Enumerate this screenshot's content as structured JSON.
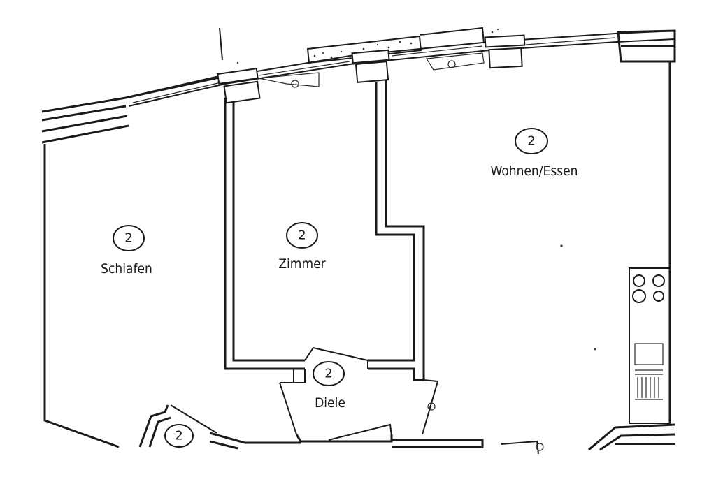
{
  "rooms": [
    {
      "id": "schlafen",
      "label": "Schlafen",
      "number": "2"
    },
    {
      "id": "zimmer",
      "label": "Zimmer",
      "number": "2"
    },
    {
      "id": "wohnen",
      "label": "Wohnen/Essen",
      "number": "2"
    },
    {
      "id": "diele",
      "label": "Diele",
      "number": "2"
    },
    {
      "id": "lower",
      "label": "",
      "number": "2"
    }
  ]
}
